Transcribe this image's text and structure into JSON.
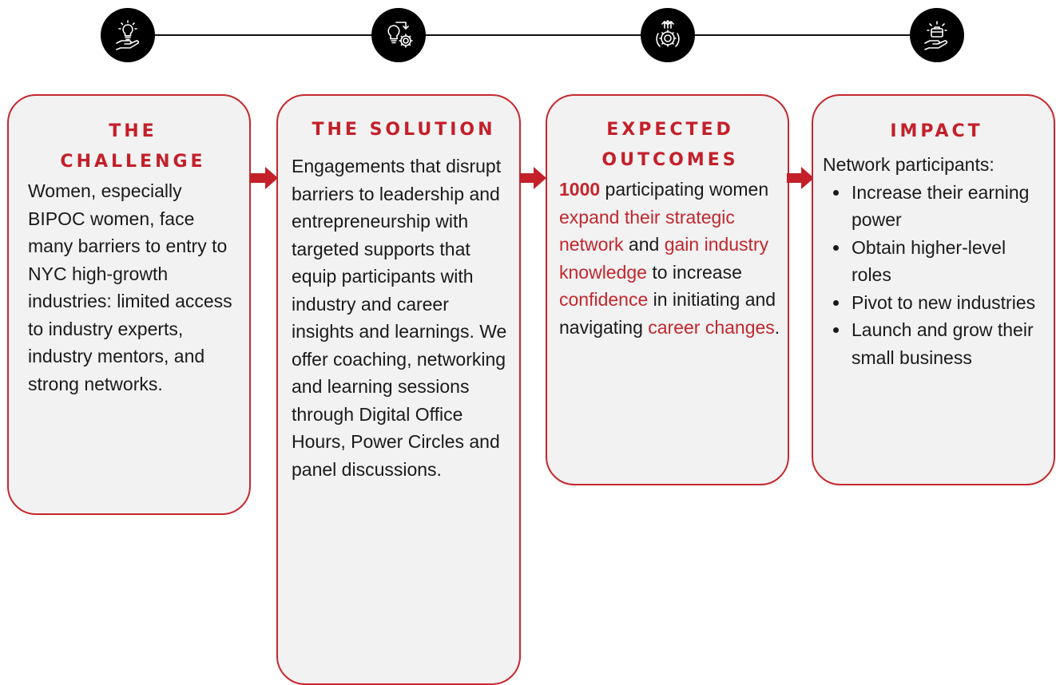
{
  "colors": {
    "accent": "#c3202a",
    "card_bg": "#f2f2f2",
    "icon_bg": "#000000"
  },
  "icons": [
    "lightbulb-hand-icon",
    "lightbulb-gear-icon",
    "gear-arrows-icon",
    "briefcase-hand-icon"
  ],
  "challenge": {
    "title_line1": "THE",
    "title_line2": "CHALLENGE",
    "body": "Women, especially BIPOC women, face many barriers to entry to NYC high-growth industries: limited access to industry experts, industry mentors, and strong networks."
  },
  "solution": {
    "title": "THE SOLUTION",
    "body": "Engagements that disrupt barriers to leadership and entrepreneurship with targeted supports that equip participants with industry and career insights and learnings. We offer coaching, networking and learning sessions through Digital Office Hours, Power Circles and panel discussions."
  },
  "outcomes": {
    "title_line1": "EXPECTED",
    "title_line2": "OUTCOMES",
    "number": "1000",
    "text1": " participating women ",
    "hl1": "expand their strategic network",
    "text2": " and ",
    "hl2": "gain industry knowledge",
    "text3": " to increase ",
    "hl3": "confidence",
    "text4": " in initiating and navigating ",
    "hl4": "career changes",
    "text5": "."
  },
  "impact": {
    "title": "IMPACT",
    "intro": "Network participants:",
    "items": [
      "Increase their earning power",
      "Obtain higher-level roles",
      "Pivot to new industries",
      "Launch and grow their small business"
    ]
  }
}
